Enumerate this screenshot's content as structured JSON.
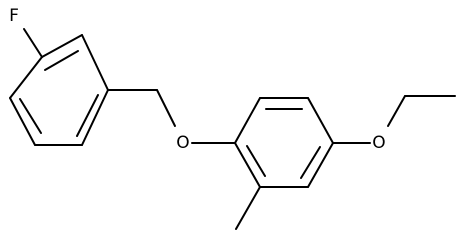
{
  "structure": {
    "atom_labels": {
      "fluorine": "F",
      "ether_oxygen_benzyl": "O",
      "ether_oxygen_ethoxy": "O"
    }
  },
  "colors": {
    "bond": "#000000",
    "label": "#000000",
    "background": "#ffffff"
  }
}
